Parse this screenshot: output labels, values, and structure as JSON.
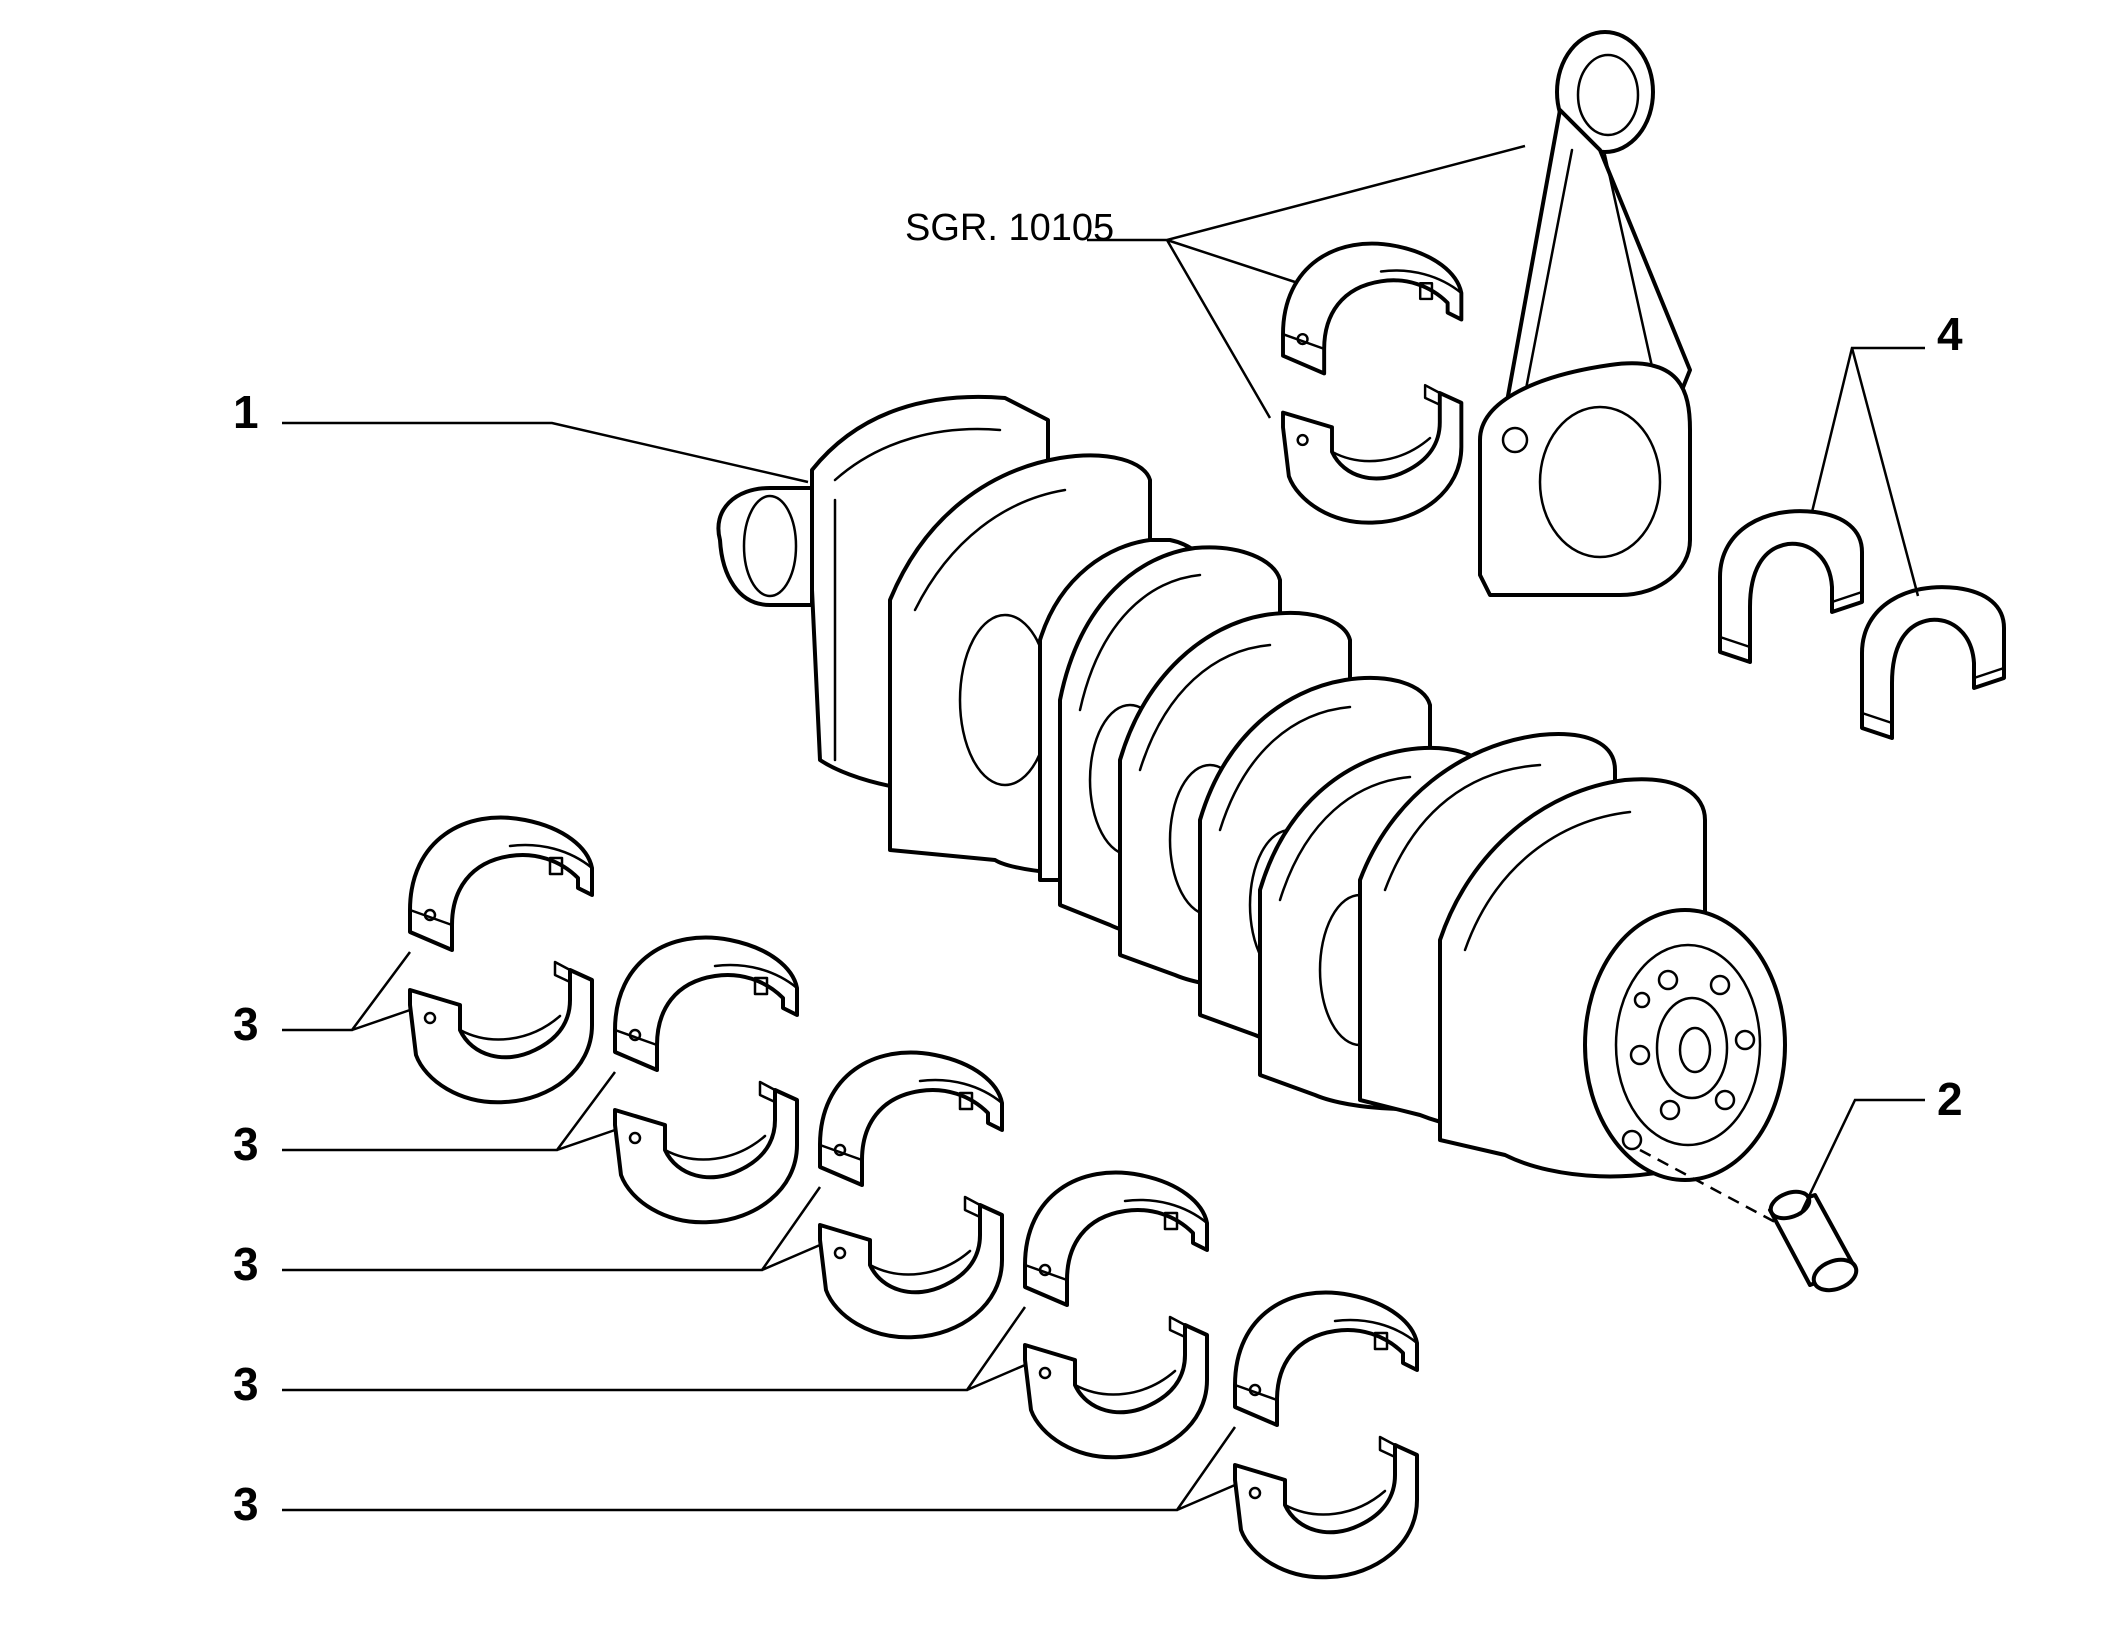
{
  "diagram": {
    "callouts": {
      "crankshaft": "1",
      "pin": "2",
      "main_bearings": "3",
      "thrust_washers": "4"
    },
    "reference": "SGR. 10105"
  }
}
